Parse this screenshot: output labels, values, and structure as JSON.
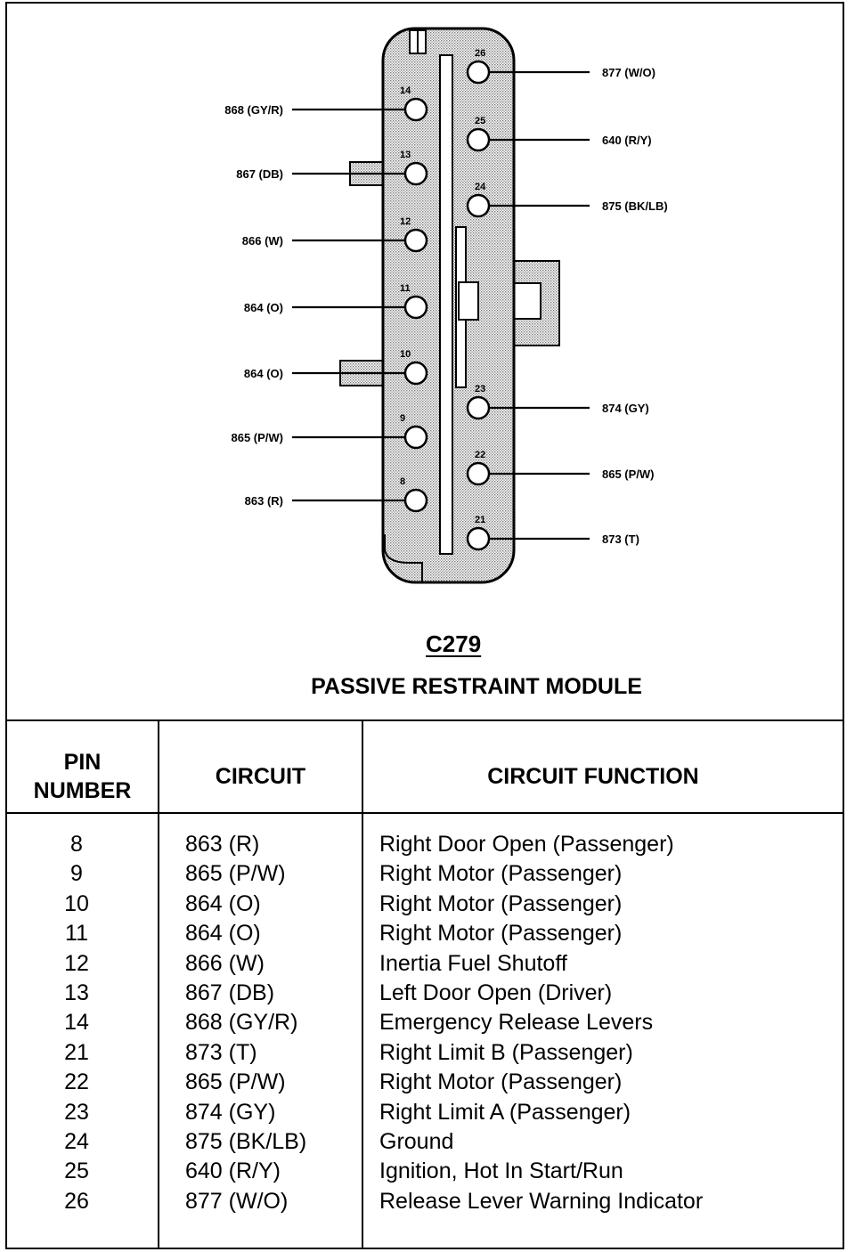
{
  "connector": {
    "id": "C279",
    "name": "PASSIVE RESTRAINT MODULE",
    "left_pins": [
      {
        "pin": "14",
        "label": "868 (GY/R)"
      },
      {
        "pin": "13",
        "label": "867 (DB)"
      },
      {
        "pin": "12",
        "label": "866 (W)"
      },
      {
        "pin": "11",
        "label": "864 (O)"
      },
      {
        "pin": "10",
        "label": "864 (O)"
      },
      {
        "pin": "9",
        "label": "865 (P/W)"
      },
      {
        "pin": "8",
        "label": "863 (R)"
      }
    ],
    "right_pins": [
      {
        "pin": "26",
        "label": "877 (W/O)"
      },
      {
        "pin": "25",
        "label": "640 (R/Y)"
      },
      {
        "pin": "24",
        "label": "875 (BK/LB)"
      },
      {
        "pin": "23",
        "label": "874 (GY)"
      },
      {
        "pin": "22",
        "label": "865 (P/W)"
      },
      {
        "pin": "21",
        "label": "873 (T)"
      }
    ]
  },
  "table": {
    "headers": {
      "pin": [
        "PIN",
        "NUMBER"
      ],
      "circuit": "CIRCUIT",
      "function": "CIRCUIT FUNCTION"
    },
    "rows": [
      {
        "pin": "8",
        "circuit": "863 (R)",
        "function": "Right Door Open (Passenger)"
      },
      {
        "pin": "9",
        "circuit": "865 (P/W)",
        "function": "Right Motor (Passenger)"
      },
      {
        "pin": "10",
        "circuit": "864 (O)",
        "function": "Right Motor (Passenger)"
      },
      {
        "pin": "11",
        "circuit": "864 (O)",
        "function": "Right Motor (Passenger)"
      },
      {
        "pin": "12",
        "circuit": "866 (W)",
        "function": "Inertia Fuel Shutoff"
      },
      {
        "pin": "13",
        "circuit": "867 (DB)",
        "function": "Left Door Open (Driver)"
      },
      {
        "pin": "14",
        "circuit": "868 (GY/R)",
        "function": "Emergency Release Levers"
      },
      {
        "pin": "21",
        "circuit": "873 (T)",
        "function": "Right Limit B (Passenger)"
      },
      {
        "pin": "22",
        "circuit": "865 (P/W)",
        "function": "Right Motor (Passenger)"
      },
      {
        "pin": "23",
        "circuit": "874 (GY)",
        "function": "Right Limit A (Passenger)"
      },
      {
        "pin": "24",
        "circuit": "875 (BK/LB)",
        "function": "Ground"
      },
      {
        "pin": "25",
        "circuit": "640 (R/Y)",
        "function": "Ignition, Hot In Start/Run"
      },
      {
        "pin": "26",
        "circuit": "877 (W/O)",
        "function": "Release Lever Warning Indicator"
      }
    ]
  }
}
